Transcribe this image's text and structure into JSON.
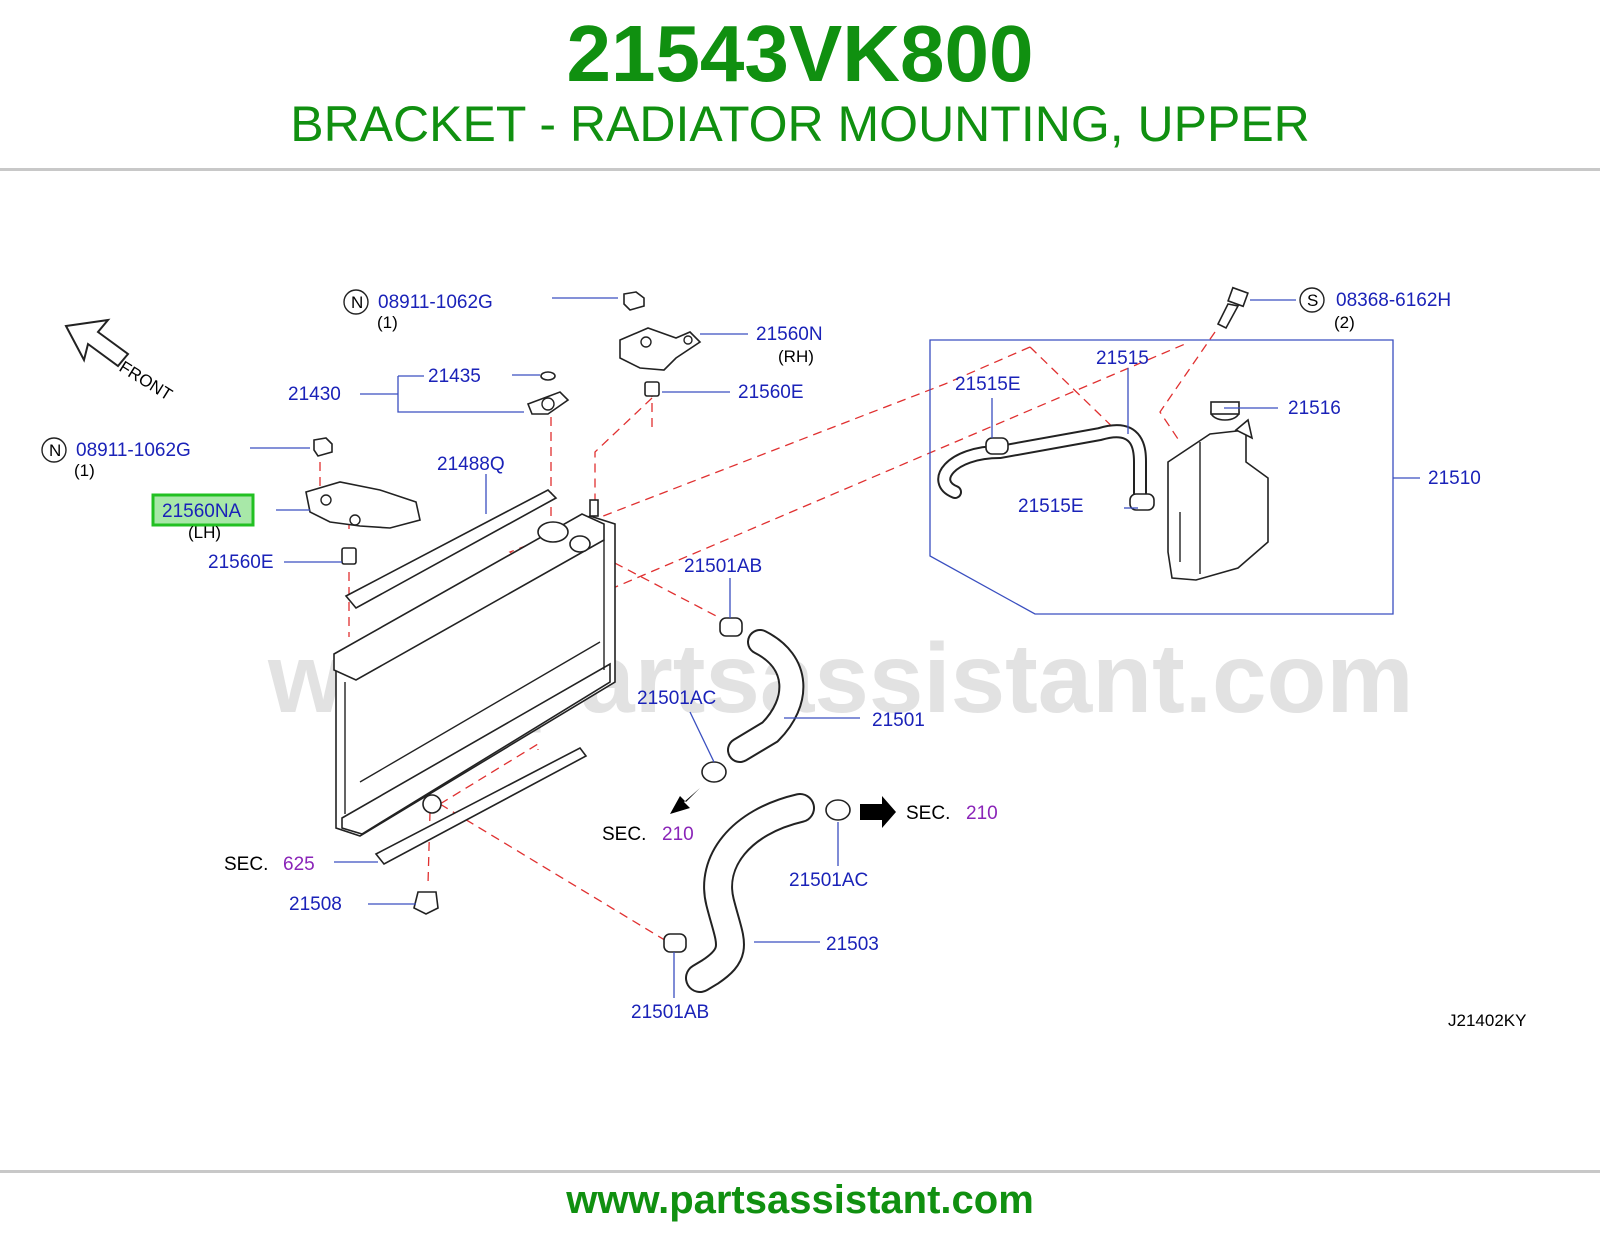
{
  "header": {
    "part_number": "21543VK800",
    "part_description": "BRACKET - RADIATOR MOUNTING, UPPER"
  },
  "diagram": {
    "watermark": "www.partsassistant.com",
    "front_label": "FRONT",
    "diagram_code": "J21402KY",
    "sec_label": "SEC.",
    "labels": {
      "nut_top": "08911-1062G",
      "nut_top_qty": "(1)",
      "nut_top_badge": "N",
      "nut_left": "08911-1062G",
      "nut_left_qty": "(1)",
      "nut_left_badge": "N",
      "bolt": "08368-6162H",
      "bolt_qty": "(2)",
      "bolt_badge": "S",
      "bracket_rh": "21560N",
      "bracket_rh_side": "(RH)",
      "bracket_lh": "21560NA",
      "bracket_lh_side": "(LH)",
      "bushing_rh": "21560E",
      "bushing_lh": "21560E",
      "cap_assy": "21430",
      "cap_gasket": "21435",
      "seal_upper": "21488Q",
      "reservoir_hose": "21515",
      "reservoir_clamp_upper": "21515E",
      "reservoir_clamp_lower": "21515E",
      "reservoir_cap": "21516",
      "reservoir_tank": "21510",
      "clamp_upper_hose": "21501AB",
      "clamp_upper_hose_2": "21501AC",
      "upper_hose": "21501",
      "clamp_lower_hose": "21501AC",
      "lower_hose": "21503",
      "clamp_lower_hose_2": "21501AB",
      "mount_lower": "21508",
      "sec_625": "625",
      "sec_210_left": "210",
      "sec_210_right": "210"
    },
    "highlighted_part": "21560NA",
    "highlight_color": "#22c022",
    "label_color": "#1a22b8",
    "section_ref_color": "#8a24b8"
  },
  "footer": {
    "site": "www.partsassistant.com"
  },
  "colors": {
    "title_green": "#109010",
    "callout_line": "#3a4fc0",
    "dashed_line": "#e03030"
  }
}
